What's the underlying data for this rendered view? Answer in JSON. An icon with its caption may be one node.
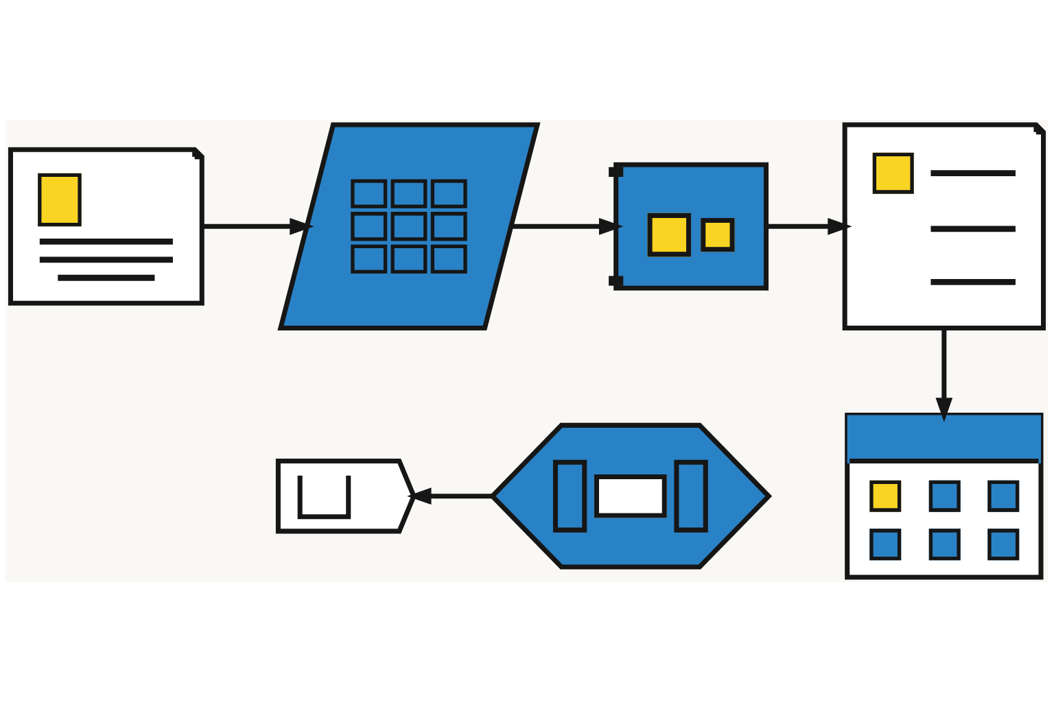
{
  "diagram": {
    "nodes": [
      {
        "text": [],
        "shape": "picture"
      },
      {
        "text": [],
        "shape": "picture"
      },
      {
        "text": [],
        "shape": "picture"
      },
      {
        "text": [],
        "shape": "picture"
      },
      {
        "text": [],
        "shape": "picture"
      },
      {
        "text": [],
        "shape": "picture"
      },
      {
        "text": [],
        "shape": "picture"
      }
    ],
    "edges": [
      {
        "from": 0,
        "to": 1,
        "arrow": "to"
      },
      {
        "from": 1,
        "to": 2,
        "arrow": "to"
      },
      {
        "from": 2,
        "to": 3,
        "arrow": "to"
      },
      {
        "from": 3,
        "to": 4,
        "arrow": "to"
      },
      {
        "from": 5,
        "to": 6,
        "arrow": "to"
      }
    ]
  }
}
